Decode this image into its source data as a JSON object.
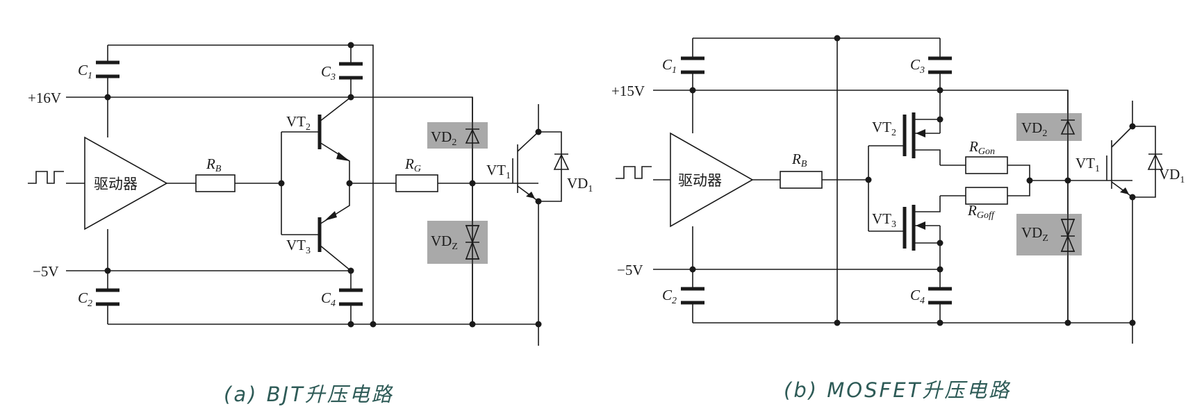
{
  "circuit_a": {
    "caption": "(a) BJT升压电路",
    "supply_pos": "+16V",
    "supply_neg": "−5V",
    "driver": "驱动器",
    "rb": "R",
    "rb_sub": "B",
    "rg": "R",
    "rg_sub": "G",
    "c1": "C",
    "c1_sub": "1",
    "c2": "C",
    "c2_sub": "2",
    "c3": "C",
    "c3_sub": "3",
    "c4": "C",
    "c4_sub": "4",
    "vt2": "VT",
    "vt2_sub": "2",
    "vt3": "VT",
    "vt3_sub": "3",
    "vt1": "VT",
    "vt1_sub": "1",
    "vd2": "VD",
    "vd2_sub": "2",
    "vdz": "VD",
    "vdz_sub": "Z",
    "vd1": "VD",
    "vd1_sub": "1"
  },
  "circuit_b": {
    "caption": "(b) MOSFET升压电路",
    "supply_pos": "+15V",
    "supply_neg": "−5V",
    "driver": "驱动器",
    "rb": "R",
    "rb_sub": "B",
    "rgon": "R",
    "rgon_sub": "Gon",
    "rgoff": "R",
    "rgoff_sub": "Goff",
    "c1": "C",
    "c1_sub": "1",
    "c2": "C",
    "c2_sub": "2",
    "c3": "C",
    "c3_sub": "3",
    "c4": "C",
    "c4_sub": "4",
    "vt2": "VT",
    "vt2_sub": "2",
    "vt3": "VT",
    "vt3_sub": "3",
    "vt1": "VT",
    "vt1_sub": "1",
    "vd2": "VD",
    "vd2_sub": "2",
    "vdz": "VD",
    "vdz_sub": "Z",
    "vd1": "VD",
    "vd1_sub": "1"
  },
  "colors": {
    "wire": "#1a1a1a",
    "highlight": "#a9a9a9",
    "caption": "#2e5b57"
  }
}
